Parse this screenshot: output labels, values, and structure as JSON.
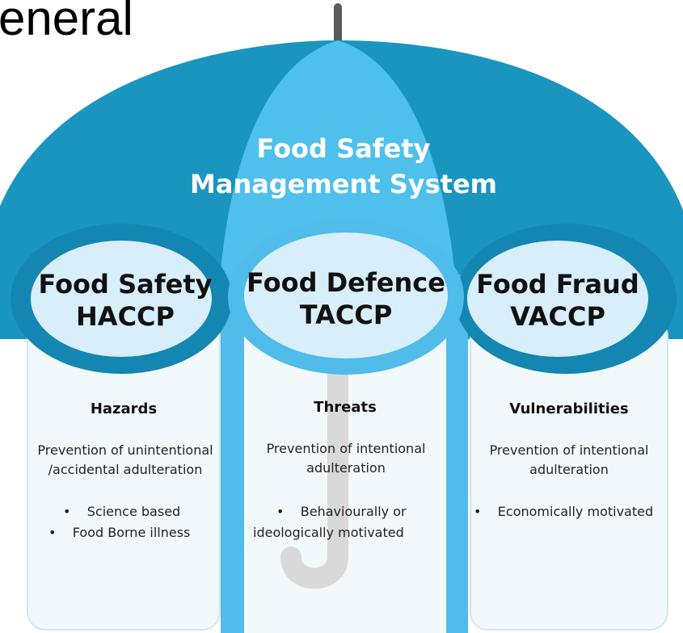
{
  "page": {
    "title_fragment": "eneral"
  },
  "umbrella": {
    "line1": "Food Safety",
    "line2": "Management System"
  },
  "pillars": [
    {
      "name": "Food Safety",
      "code": "HACCP",
      "heading": "Hazards",
      "description": [
        "Prevention of unintentional",
        "/accidental adulteration"
      ],
      "bullets": [
        "Science based",
        "Food Borne illness"
      ]
    },
    {
      "name": "Food Defence",
      "code": "TACCP",
      "heading": "Threats",
      "description": [
        "Prevention of intentional",
        "adulteration"
      ],
      "bullets": [
        "Behaviourally or",
        "ideologically motivated"
      ]
    },
    {
      "name": "Food Fraud",
      "code": "VACCP",
      "heading": "Vulnerabilities",
      "description": [
        "Prevention of intentional",
        "adulteration"
      ],
      "bullets": [
        "Economically motivated"
      ]
    }
  ],
  "colors": {
    "canopy_dark": "#1a95c0",
    "canopy_light": "#4fc0ec",
    "ellipse_fill": "#d8eefa",
    "ellipse_ring_dark": "#1486b2",
    "ellipse_ring_light": "#4fbcea",
    "panel_fill": "#f2f9fd",
    "panel_border": "#cfe7f5",
    "handle_grey": "#d9d9d9",
    "shaft": "#5a5a5a"
  }
}
